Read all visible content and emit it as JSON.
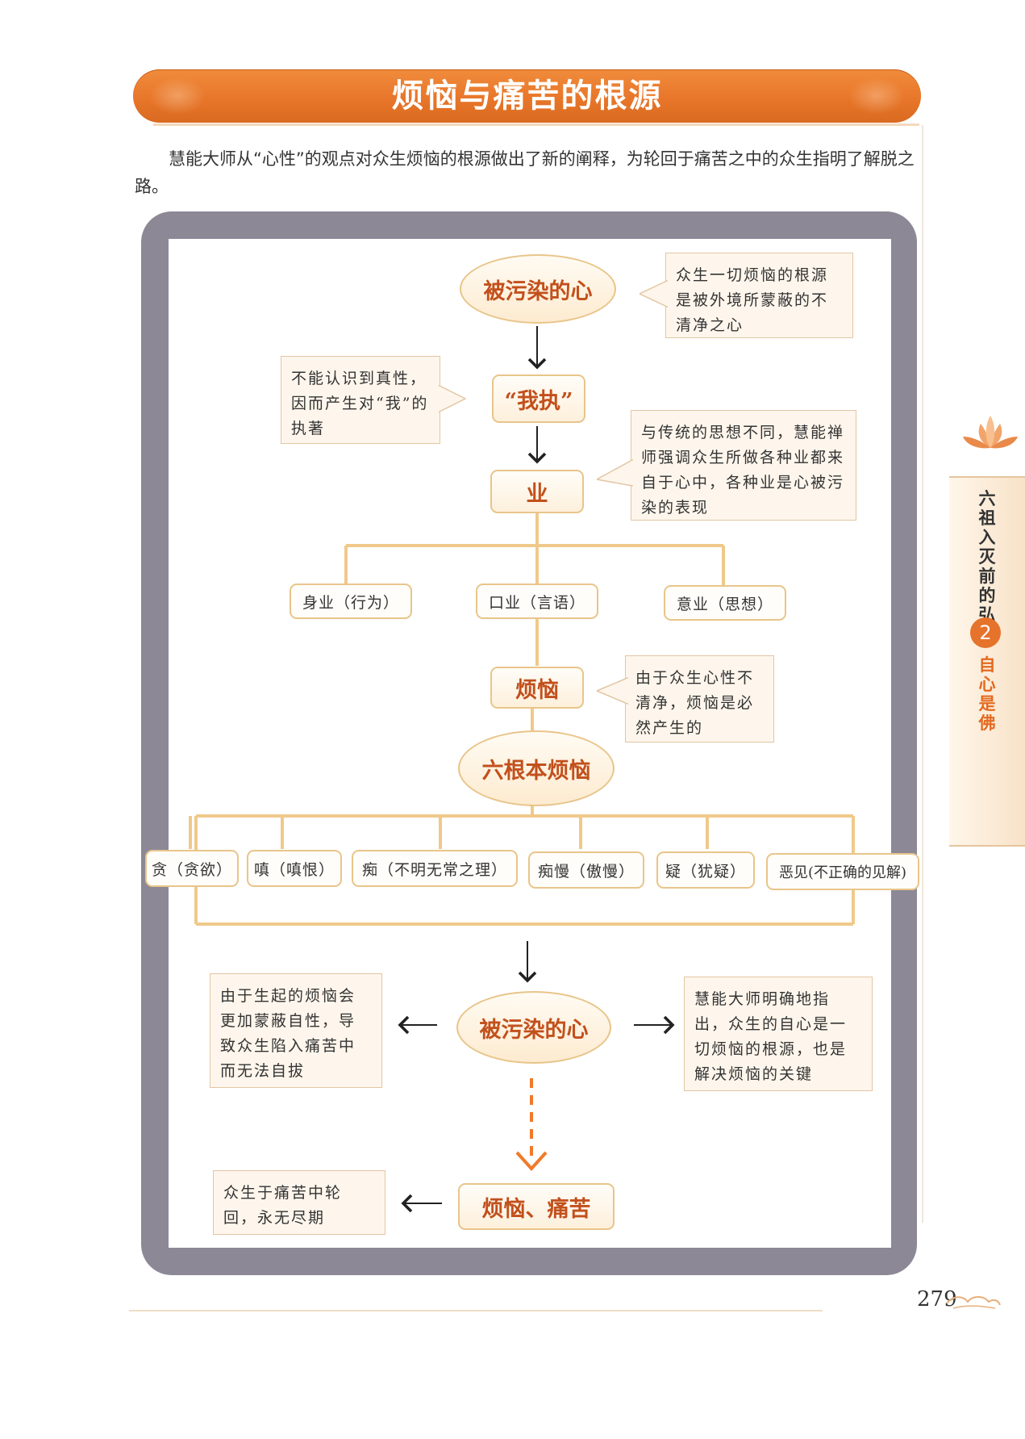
{
  "title": "烦恼与痛苦的根源",
  "intro": "慧能大师从“心性”的观点对众生烦恼的根源做出了新的阐释，为轮回于痛苦之中的众生指明了解脱之路。",
  "diagram": {
    "top_node": "被污染的心",
    "top_note": "众生一切烦恼的根源是被外境所蒙蔽的不清净之心",
    "self_node": "“我执”",
    "self_note": "不能认识到真性，因而产生对“我”的执著",
    "karma_node": "业",
    "karma_note": "与传统的思想不同，慧能禅师强调众生所做各种业都来自于心中，各种业是心被污染的表现",
    "karma_types": [
      "身业（行为）",
      "口业（言语）",
      "意业（思想）"
    ],
    "affliction_node": "烦恼",
    "affliction_note": "由于众生心性不清净，烦恼是必然产生的",
    "six_node": "六根本烦恼",
    "six_afflictions": [
      "贪（贪欲）",
      "嗔（嗔恨）",
      "痴（不明无常之理）",
      "痴慢（傲慢）",
      "疑（犹疑）",
      "恶见(不正确的见解)"
    ],
    "mid_node": "被污染的心",
    "left_note": "由于生起的烦恼会更加蒙蔽自性，导致众生陷入痛苦中而无法自拔",
    "right_note": "慧能大师明确地指出，众生的自心是一切烦恼的根源，也是解决烦恼的关键",
    "bottom_node": "烦恼、痛苦",
    "bottom_note": "众生于痛苦中轮回，永无尽期"
  },
  "side_tab": {
    "chapter": "六祖入灭前的弘法",
    "number": "2",
    "section": "自心是佛"
  },
  "page_number": "279",
  "colors": {
    "banner": "#e8762a",
    "node_text": "#c2501c",
    "frame": "#8c8896",
    "connector": "#f0c98a"
  }
}
